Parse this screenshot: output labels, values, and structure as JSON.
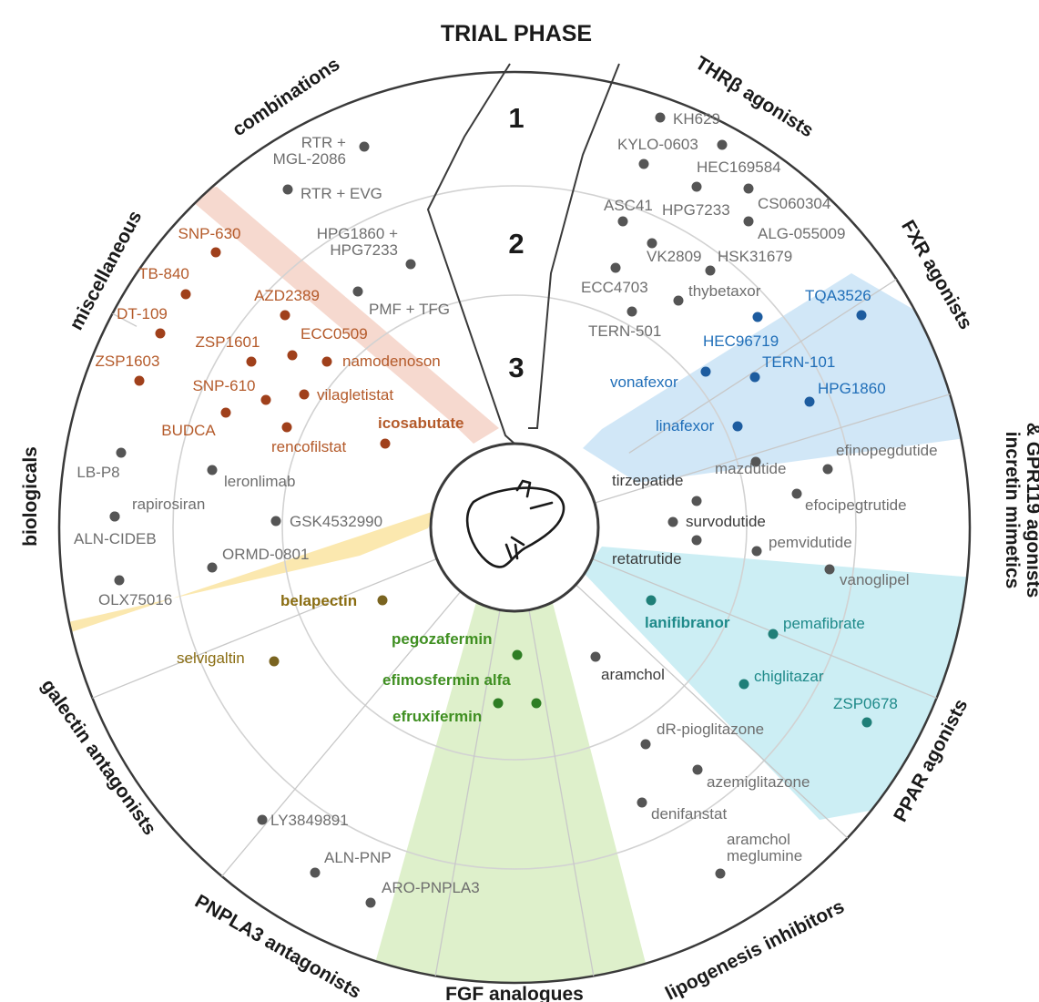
{
  "title": "TRIAL PHASE",
  "phases": [
    "1",
    "2",
    "3"
  ],
  "colors": {
    "grey_text": "#6e6e6e",
    "grey_dot": "#555555",
    "bold_text": "#3b3b3b",
    "orange_text": "#b45a2a",
    "orange_dot": "#a0401b",
    "orange_fill": "#f6d7cc",
    "blue_text": "#1f6eb8",
    "blue_dot": "#1d5c9f",
    "blue_fill": "#cfe6f7",
    "teal_text": "#1f8a8a",
    "teal_dot": "#1f7f78",
    "teal_fill": "#c9edf3",
    "yellow_text": "#8a6d12",
    "yellow_dot": "#7a6420",
    "yellow_fill": "#fbe7ab",
    "green_text": "#3f8f21",
    "green_dot": "#2e7d24",
    "green_fill": "#dcefc8"
  },
  "categories": [
    {
      "name": "combinations"
    },
    {
      "name": "miscellaneous"
    },
    {
      "name": "biologicals"
    },
    {
      "name": "galectin antagonists"
    },
    {
      "name": "PNPLA3 antagonists"
    },
    {
      "name": "FGF analogues"
    },
    {
      "name": "lipogenesis inhibitors"
    },
    {
      "name": "PPAR agonists"
    },
    {
      "name": "incretin mimetics"
    },
    {
      "name": "& GPR119 agonists"
    },
    {
      "name": "FXR agonists"
    },
    {
      "name": "THRβ agonists"
    }
  ],
  "drugs": [
    {
      "name": "RTR +\nMGL-2086",
      "tone": "grey"
    },
    {
      "name": "RTR + EVG",
      "tone": "grey"
    },
    {
      "name": "HPG1860 +\nHPG7233",
      "tone": "grey"
    },
    {
      "name": "PMF + TFG",
      "tone": "grey"
    },
    {
      "name": "SNP-630",
      "tone": "orange"
    },
    {
      "name": "TB-840",
      "tone": "orange"
    },
    {
      "name": "DT-109",
      "tone": "orange"
    },
    {
      "name": "ZSP1603",
      "tone": "orange"
    },
    {
      "name": "AZD2389",
      "tone": "orange"
    },
    {
      "name": "ZSP1601",
      "tone": "orange"
    },
    {
      "name": "ECC0509",
      "tone": "orange"
    },
    {
      "name": "namodenoson",
      "tone": "orange"
    },
    {
      "name": "SNP-610",
      "tone": "orange"
    },
    {
      "name": "vilagletistat",
      "tone": "orange"
    },
    {
      "name": "BUDCA",
      "tone": "orange"
    },
    {
      "name": "icosabutate",
      "tone": "orange",
      "bold": true
    },
    {
      "name": "rencofilstat",
      "tone": "orange"
    },
    {
      "name": "LB-P8",
      "tone": "grey"
    },
    {
      "name": "leronlimab",
      "tone": "grey"
    },
    {
      "name": "rapirosiran",
      "tone": "grey"
    },
    {
      "name": "ALN-CIDEB",
      "tone": "grey"
    },
    {
      "name": "GSK4532990",
      "tone": "grey"
    },
    {
      "name": "ORMD-0801",
      "tone": "grey"
    },
    {
      "name": "OLX75016",
      "tone": "grey"
    },
    {
      "name": "belapectin",
      "tone": "yellow",
      "bold": true
    },
    {
      "name": "selvigaltin",
      "tone": "yellow"
    },
    {
      "name": "pegozafermin",
      "tone": "green",
      "bold": true
    },
    {
      "name": "efimosfermin alfa",
      "tone": "green",
      "bold": true
    },
    {
      "name": "efruxifermin",
      "tone": "green",
      "bold": true
    },
    {
      "name": "LY3849891",
      "tone": "grey"
    },
    {
      "name": "ALN-PNP",
      "tone": "grey"
    },
    {
      "name": "ARO-PNPLA3",
      "tone": "grey"
    },
    {
      "name": "aramchol",
      "tone": "bold"
    },
    {
      "name": "dR-pioglitazone",
      "tone": "grey"
    },
    {
      "name": "azemiglitazone",
      "tone": "grey"
    },
    {
      "name": "denifanstat",
      "tone": "grey"
    },
    {
      "name": "aramchol\nmeglumine",
      "tone": "grey"
    },
    {
      "name": "lanifibranor",
      "tone": "teal",
      "bold": true
    },
    {
      "name": "pemafibrate",
      "tone": "teal"
    },
    {
      "name": "chiglitazar",
      "tone": "teal"
    },
    {
      "name": "ZSP0678",
      "tone": "teal"
    },
    {
      "name": "tirzepatide",
      "tone": "bold"
    },
    {
      "name": "mazdutide",
      "tone": "grey"
    },
    {
      "name": "efinopegdutide",
      "tone": "grey"
    },
    {
      "name": "survodutide",
      "tone": "bold"
    },
    {
      "name": "efocipegtrutide",
      "tone": "grey"
    },
    {
      "name": "pemvidutide",
      "tone": "grey"
    },
    {
      "name": "retatrutide",
      "tone": "bold"
    },
    {
      "name": "vanoglipel",
      "tone": "grey"
    },
    {
      "name": "TQA3526",
      "tone": "blue"
    },
    {
      "name": "HEC96719",
      "tone": "blue"
    },
    {
      "name": "vonafexor",
      "tone": "blue"
    },
    {
      "name": "TERN-101",
      "tone": "blue"
    },
    {
      "name": "HPG1860",
      "tone": "blue"
    },
    {
      "name": "linafexor",
      "tone": "blue"
    },
    {
      "name": "KH629",
      "tone": "grey"
    },
    {
      "name": "KYLO-0603",
      "tone": "grey"
    },
    {
      "name": "HEC169584",
      "tone": "grey"
    },
    {
      "name": "ASC41",
      "tone": "grey"
    },
    {
      "name": "HPG7233",
      "tone": "grey"
    },
    {
      "name": "CS060304",
      "tone": "grey"
    },
    {
      "name": "ALG-055009",
      "tone": "grey"
    },
    {
      "name": "VK2809",
      "tone": "grey"
    },
    {
      "name": "HSK31679",
      "tone": "grey"
    },
    {
      "name": "ECC4703",
      "tone": "grey"
    },
    {
      "name": "thybetaxor",
      "tone": "grey"
    },
    {
      "name": "TERN-501",
      "tone": "grey"
    }
  ]
}
